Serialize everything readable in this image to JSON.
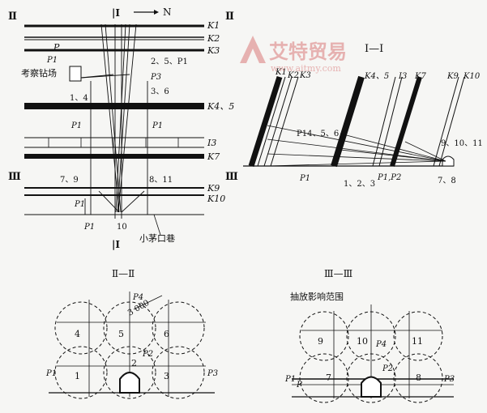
{
  "plan": {
    "section_mark_top_left": "Ⅱ",
    "section_mark_top_right": "Ⅱ",
    "section_mark_mid_left": "Ⅲ",
    "section_mark_mid_right": "Ⅲ",
    "section_mark_top_center": "|Ⅰ",
    "section_mark_bottom_center": "|Ⅰ",
    "north_label": "N",
    "seam_labels": [
      "K1",
      "K2",
      "K3",
      "K4、5",
      "I3",
      "K7",
      "K9",
      "K10"
    ],
    "station_label": "考察钻场",
    "alley_label": "小茅口巷",
    "hole_labels": {
      "p_top": "P",
      "p1_top": "P1",
      "p1_left_mid": "P1",
      "p1_right_mid": "P1",
      "p1_low": "P1",
      "p1_bottom": "P1",
      "h_1_4": "1、4",
      "h_2_5_p1": "2、5、P1",
      "h_p3": "P3",
      "h_3_6": "3、6",
      "h_7_9": "7、9",
      "h_8_11": "8、11",
      "h_10": "10"
    }
  },
  "section_I": {
    "title": "I—I",
    "seam_labels": [
      "K1",
      "K2",
      "K3",
      "K4、5",
      "I3",
      "K7",
      "K9",
      "K10"
    ],
    "hole_labels": {
      "p1_456": "P14、5、6",
      "p1": "P1",
      "h_123": "1、2、3",
      "p1p2": "P1,P2",
      "h_9_10_11": "9、10、11",
      "h_7_8": "7、8"
    }
  },
  "section_II": {
    "title": "Ⅱ—Ⅱ",
    "dimension": "3 000",
    "p4": "P4",
    "p2": "P2",
    "p1": "P1",
    "p3": "P3",
    "circles": [
      "4",
      "5",
      "6",
      "1",
      "2",
      "3"
    ]
  },
  "section_III": {
    "title": "Ⅲ—Ⅲ",
    "range_label": "抽放影响范围",
    "p4": "P4",
    "p2": "P2",
    "p1": "P1",
    "p": "P",
    "p3": "P3",
    "circles": [
      "9",
      "10",
      "11",
      "7",
      "8"
    ]
  },
  "watermark": {
    "brand": "艾特贸易",
    "url": "www.aitmy.com"
  }
}
